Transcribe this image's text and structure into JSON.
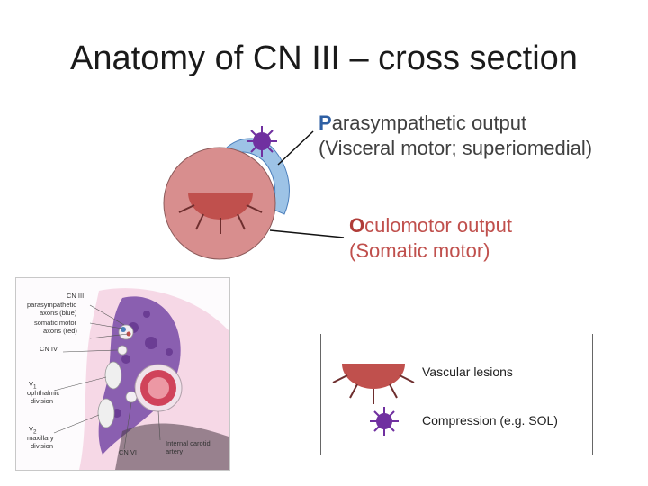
{
  "title": "Anatomy of CN III – cross section",
  "parasympathetic": {
    "first_letter": "P",
    "line1_rest": "arasympathetic output",
    "line2": "(Visceral motor; superiomedial)"
  },
  "oculomotor": {
    "first_letter": "O",
    "line1_rest": "culomotor output",
    "line2": "(Somatic motor)"
  },
  "anatomy_labels": {
    "cn3": "CN III",
    "para_axons_1": "parasympathetic",
    "para_axons_2": "axons (blue)",
    "somatic_axons_1": "somatic motor",
    "somatic_axons_2": "axons (red)",
    "cn4": "CN IV",
    "v1_sym": "V",
    "v1_sub": "1",
    "v1_line1": "ophthalmic",
    "v1_line2": "division",
    "v2_sym": "V",
    "v2_sub": "2",
    "v2_line1": "maxillary",
    "v2_line2": "division",
    "cn6": "CN VI",
    "carotid_1": "Internal carotid",
    "carotid_2": "artery"
  },
  "legend": {
    "vascular": "Vascular lesions",
    "compression": "Compression (e.g. SOL)"
  },
  "colors": {
    "nerve_fill": "#d88e8e",
    "para_fill": "#9dc3e6",
    "somatic_fill": "#c0504d",
    "compression_fill": "#7030a0",
    "parasympathetic_accent": "#2e5fa3",
    "oculomotor_text": "#c0504d",
    "sinus_purple": "#8a5fb0"
  }
}
